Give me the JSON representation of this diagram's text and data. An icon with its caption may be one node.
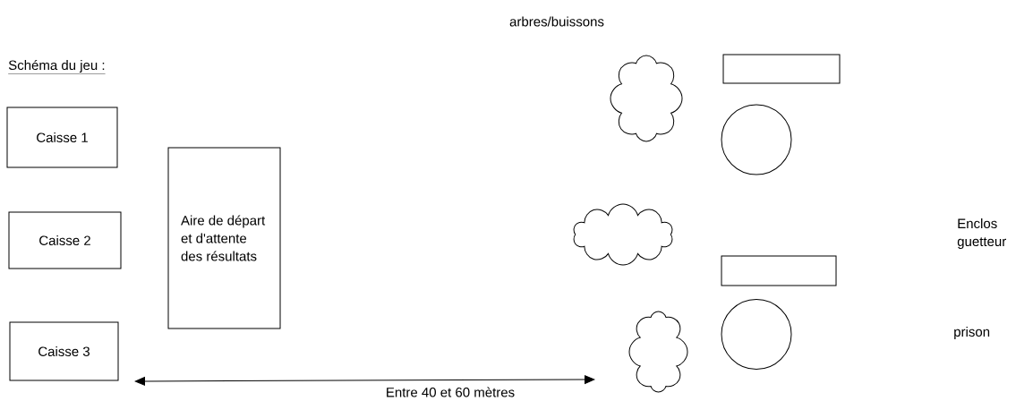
{
  "diagram": {
    "nodes": [
      {
        "text": [
          "Caisse 1"
        ]
      },
      {
        "text": [
          "Caisse 2"
        ]
      },
      {
        "text": [
          "Caisse 3"
        ]
      },
      {
        "text": [
          "Aire de départ et d'attente des résultats"
        ]
      },
      {
        "text": [],
        "shape": "cloud"
      },
      {
        "text": [],
        "shape": "cloud"
      },
      {
        "text": [],
        "shape": "cloud"
      },
      {
        "text": [],
        "shape": "box"
      },
      {
        "text": [],
        "shape": "circle"
      },
      {
        "text": [],
        "shape": "box"
      },
      {
        "text": [],
        "shape": "circle"
      }
    ],
    "labels": [
      "arbres/buissons",
      "Schéma du jeu :",
      "Enclos guetteur",
      "prison",
      "Entre 40 et 60 mètres"
    ]
  }
}
